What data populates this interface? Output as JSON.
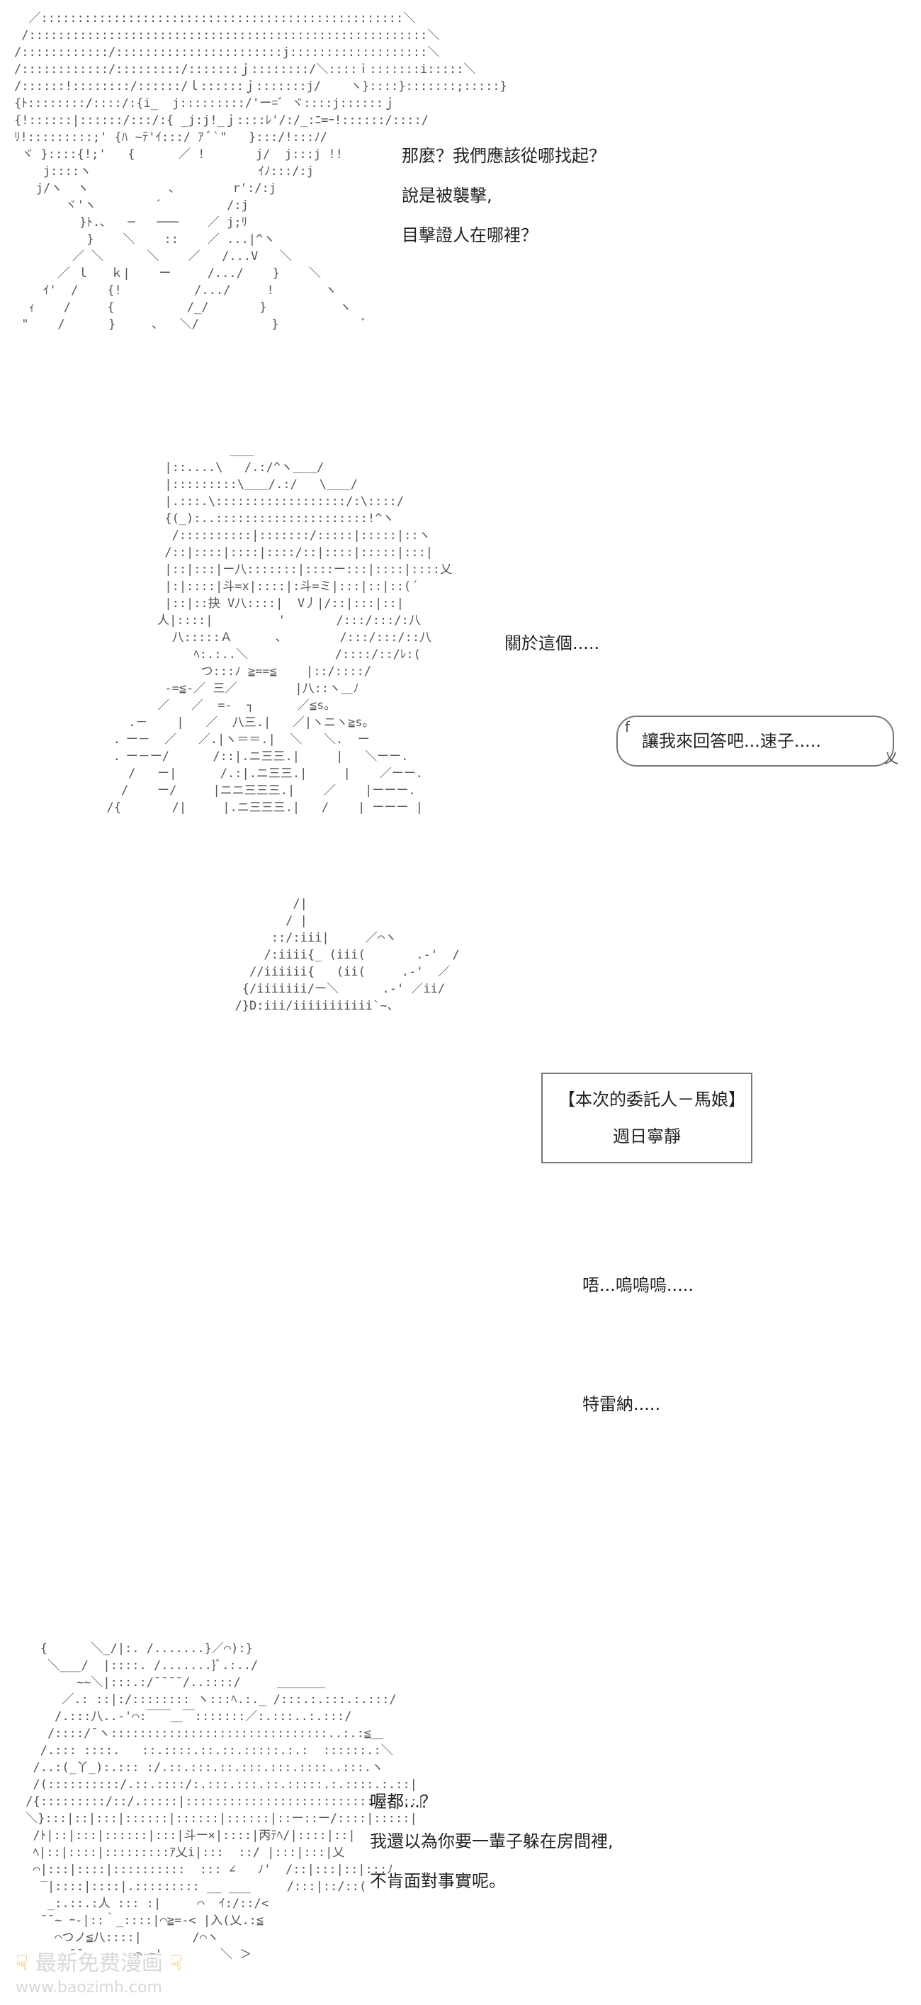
{
  "panels": [
    {
      "id": "panel-1",
      "lines": [
        "那麼？我們應該從哪找起？",
        "說是被襲擊,",
        "目擊證人在哪裡？"
      ]
    },
    {
      "id": "panel-2",
      "lines": [
        "關於這個....."
      ],
      "bubble": {
        "mark_top": "f",
        "text": "讓我來回答吧...速子.....",
        "mark_bottom": "乂"
      }
    },
    {
      "id": "panel-3",
      "infobox": {
        "title": "【本次的委託人－馬娘】",
        "name": "週日寧靜"
      },
      "lines": [
        "唔...嗚嗚嗚.....",
        "特雷納....."
      ]
    },
    {
      "id": "panel-4",
      "lines": [
        "喔都...？",
        "我還以為你要一輩子躲在房間裡,",
        "不肯面對事實呢。"
      ]
    }
  ],
  "watermark": {
    "text": "最新免费漫画",
    "url": "www.baozimh.com",
    "hand_icon": "pointing-hand-icon",
    "color": "#d8d8d8",
    "hand_color": "#f4b942"
  }
}
